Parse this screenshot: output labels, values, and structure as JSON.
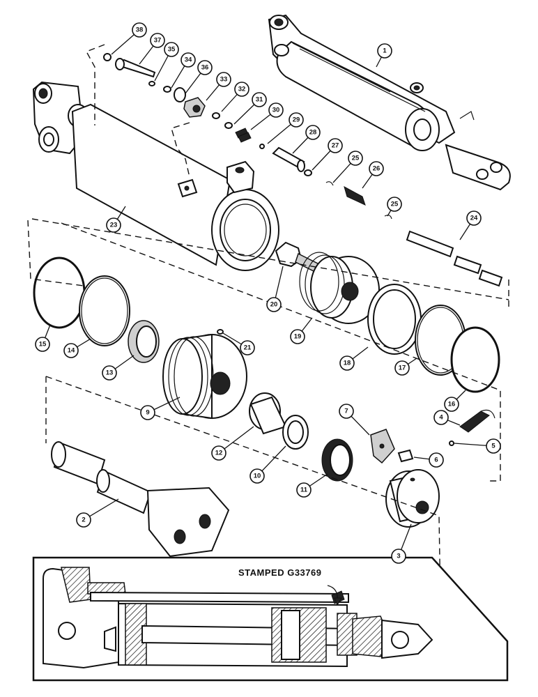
{
  "inset": {
    "stamp_label": "STAMPED G33769"
  },
  "callouts": [
    {
      "label": "1"
    },
    {
      "label": "2"
    },
    {
      "label": "3"
    },
    {
      "label": "4"
    },
    {
      "label": "5"
    },
    {
      "label": "6"
    },
    {
      "label": "7"
    },
    {
      "label": "9"
    },
    {
      "label": "10"
    },
    {
      "label": "11"
    },
    {
      "label": "12"
    },
    {
      "label": "13"
    },
    {
      "label": "14"
    },
    {
      "label": "15"
    },
    {
      "label": "16"
    },
    {
      "label": "17"
    },
    {
      "label": "18"
    },
    {
      "label": "19"
    },
    {
      "label": "20"
    },
    {
      "label": "21"
    },
    {
      "label": "23"
    },
    {
      "label": "24"
    },
    {
      "label": "25"
    },
    {
      "label": "25"
    },
    {
      "label": "26"
    },
    {
      "label": "27"
    },
    {
      "label": "28"
    },
    {
      "label": "29"
    },
    {
      "label": "30"
    },
    {
      "label": "31"
    },
    {
      "label": "32"
    },
    {
      "label": "33"
    },
    {
      "label": "34"
    },
    {
      "label": "35"
    },
    {
      "label": "36"
    },
    {
      "label": "37"
    },
    {
      "label": "38"
    }
  ]
}
